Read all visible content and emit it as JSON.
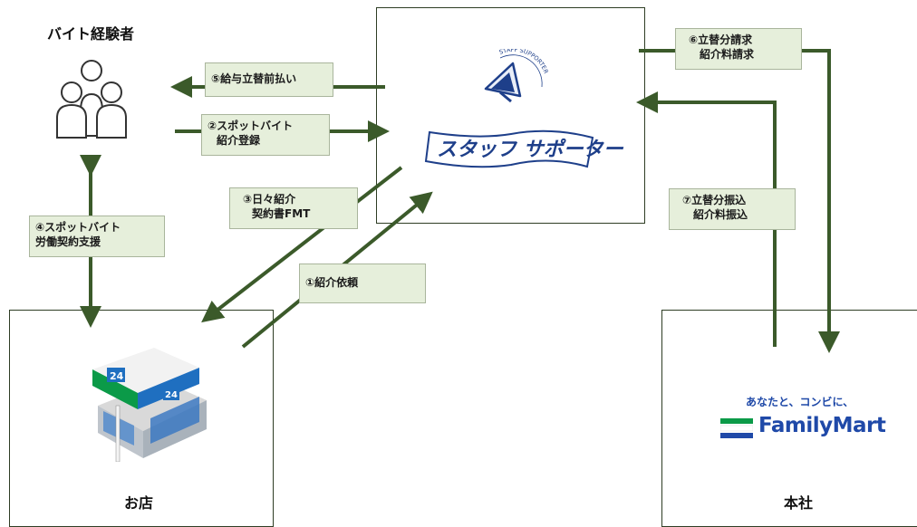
{
  "nodes": {
    "worker": {
      "title": "バイト経験者"
    },
    "shop": {
      "title": "お店"
    },
    "hq": {
      "title": "本社"
    },
    "staff_supporter": {
      "logo_text": "スタッフ サポーター",
      "logo_ring_text": "STAFF SUPPORTER"
    },
    "familymart": {
      "tagline": "あなたと、コンビに、",
      "name": "FamilyMart"
    }
  },
  "flows": [
    {
      "lines": [
        "①紹介依頼"
      ]
    },
    {
      "lines": [
        "②スポットバイト",
        "紹介登録"
      ]
    },
    {
      "lines": [
        "③日々紹介",
        "契約書FMT"
      ]
    },
    {
      "lines": [
        "④スポットバイト",
        "労働契約支援"
      ]
    },
    {
      "lines": [
        "⑤給与立替前払い"
      ]
    },
    {
      "lines": [
        "⑥立替分請求",
        "紹介料請求"
      ]
    },
    {
      "lines": [
        "⑦立替分振込",
        "紹介料振込"
      ]
    }
  ],
  "colors": {
    "arrow": "#3b5a2a",
    "label_bg": "#e6efdb",
    "brand_blue": "#1e3f8a",
    "fm_green": "#0b9a48",
    "fm_blue": "#1f49a8"
  }
}
